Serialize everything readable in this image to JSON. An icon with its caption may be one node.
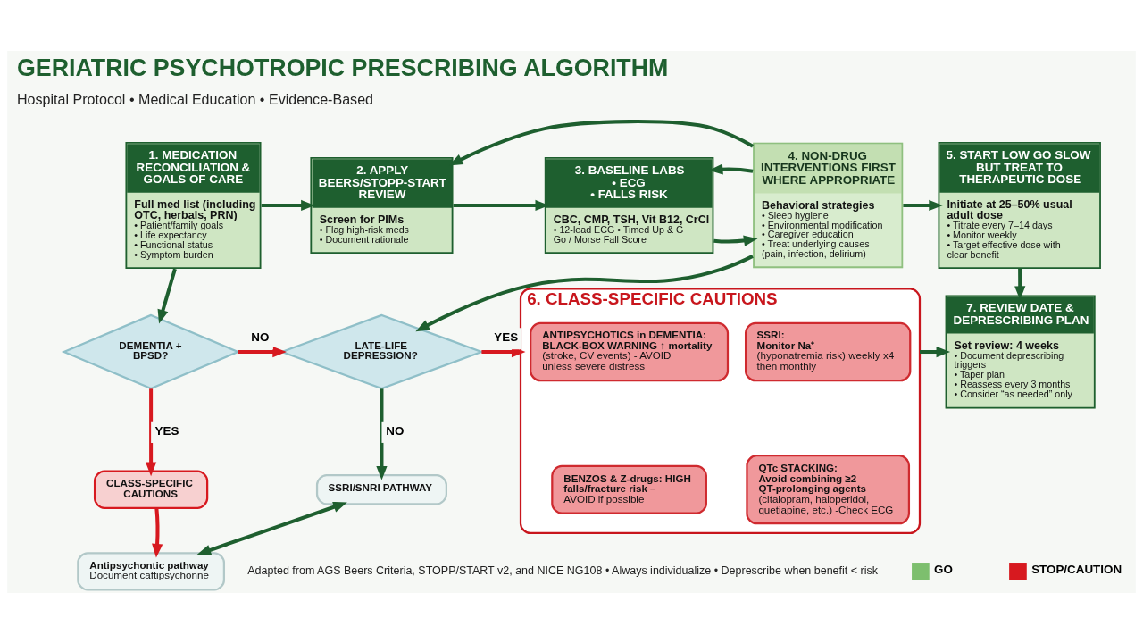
{
  "diagram": {
    "title": "GERIATRIC PSYCHOTROPIC PRESCRIBING ALGORITHM",
    "caption": "Adapted from AGS Beers Criteria, STOPP/START v2, and NICE NG108 • Always individualize • Deprescribe when benefit < risk",
    "nodes": [
      {
        "text": [
          "1. MEDICATION RECONCILIATION & GOALS OF CARE",
          "Full med list (including OTC, herbals, PRN)",
          "• Patient/family goals",
          "• Life expectancy",
          "• Functional status",
          "• Symptom burden"
        ]
      },
      {
        "text": [
          "2. APPLY BEERS/STOPP-START REVIEW",
          "Screen for PIMs",
          "• Flag high-risk meds",
          "• Document rationale"
        ]
      },
      {
        "text": [
          "3. BASELINE LABS",
          "• ECG",
          "• FALLS RISK",
          "CBC, CMP, TSH, Vit B12, CrCl",
          "• 12-lead ECG • Timed Up & G Go / Morse Fall Score"
        ]
      },
      {
        "text": [
          "4. NON-DRUG INTERVENTIONS FIRST WHERE APPROPRIATE",
          "Behavioral strategies",
          "• Sleep hygiene",
          "• Environmental modification",
          "• Caregiver education",
          "• Treat underlying causes (pain, infection, delirium)"
        ]
      },
      {
        "text": [
          "5. START LOW GO SLOW BUT TREAT TO THERAPEUTIC DOSE",
          "Initiate at 25–50% usual adult dose",
          "• Titrate every 7–14 days",
          "• Monitor weekly",
          "• Target effective dose with clear benefit"
        ]
      },
      {
        "text": [
          "DEMENTIA + BPSD?"
        ]
      },
      {
        "text": [
          "LATE-LIFE DEPRESSION?"
        ]
      },
      {
        "text": [
          "6. CLASS-SPECIFIC CAUTIONS"
        ]
      },
      {
        "text": [
          "ANTIPSYCHOTICS in DEMENTIA: BLACK-BOX WARNING ↑ mortality",
          "(stroke, CV events) - AVOID unless severe distress"
        ],
        "in": 7
      },
      {
        "text": [
          "SSRI:",
          "Monitor Na⁺",
          "(hyponatremia risk) weekly x4 then monthly"
        ],
        "in": 7
      },
      {
        "text": [
          "BENZOS & Z-drugs: HIGH falls/fracture risk –",
          "AVOID if possible"
        ],
        "in": 7
      },
      {
        "text": [
          "QTc STACKING:",
          "Avoid combining ≥2 QT-prolonging agents",
          "(citalopram, haloperidol, quetiapine, etc.) -Check ECG"
        ],
        "in": 7
      },
      {
        "text": [
          "7. REVIEW DATE & DEPRESCRIBING PLAN",
          "Set review: 4 weeks",
          "• Document deprescribing triggers",
          "• Taper plan",
          "• Reassess every 3 months",
          "• Consider “as needed” only"
        ]
      },
      {
        "text": [
          "CLASS-SPECIFIC CAUTIONS"
        ]
      },
      {
        "text": [
          "SSRI/SNRI PATHWAY"
        ]
      },
      {
        "text": [
          "Antipsychontic pathway",
          "Document caftipsychonne"
        ]
      }
    ],
    "edges": [
      {
        "from": 0,
        "to": 1,
        "arrow": "to"
      },
      {
        "from": 1,
        "to": 2,
        "arrow": "to"
      },
      {
        "from": 2,
        "to": 3,
        "arrow": "to"
      },
      {
        "from": 3,
        "to": 4,
        "arrow": "to"
      },
      {
        "from": 0,
        "to": 5,
        "arrow": "to"
      },
      {
        "from": 3,
        "to": 1,
        "arrow": "to"
      },
      {
        "from": 3,
        "to": 2,
        "arrow": "to"
      },
      {
        "from": 3,
        "to": 6,
        "arrow": "to"
      },
      {
        "from": 4,
        "to": 12,
        "arrow": "to"
      },
      {
        "from": 5,
        "to": 6,
        "arrow": "to",
        "label": "NO",
        "color": "#d7191f"
      },
      {
        "from": 6,
        "to": 7,
        "arrow": "to",
        "label": "YES",
        "color": "#d7191f"
      },
      {
        "from": 7,
        "to": 12,
        "arrow": "to"
      },
      {
        "from": 5,
        "to": 13,
        "arrow": "to",
        "label": "YES",
        "color": "#d7191f"
      },
      {
        "from": 6,
        "to": 14,
        "arrow": "to",
        "label": "NO"
      },
      {
        "from": 13,
        "to": 15,
        "arrow": "to",
        "color": "#d7191f"
      },
      {
        "from": 15,
        "to": 14,
        "arrow": "both"
      }
    ],
    "labels": [
      "Hospital Protocol • Medical Education • Evidence-Based"
    ],
    "legend": [
      {
        "text": "GO",
        "color": "#7dbf6e"
      },
      {
        "text": "STOP/CAUTION",
        "color": "#d7191f"
      }
    ]
  }
}
